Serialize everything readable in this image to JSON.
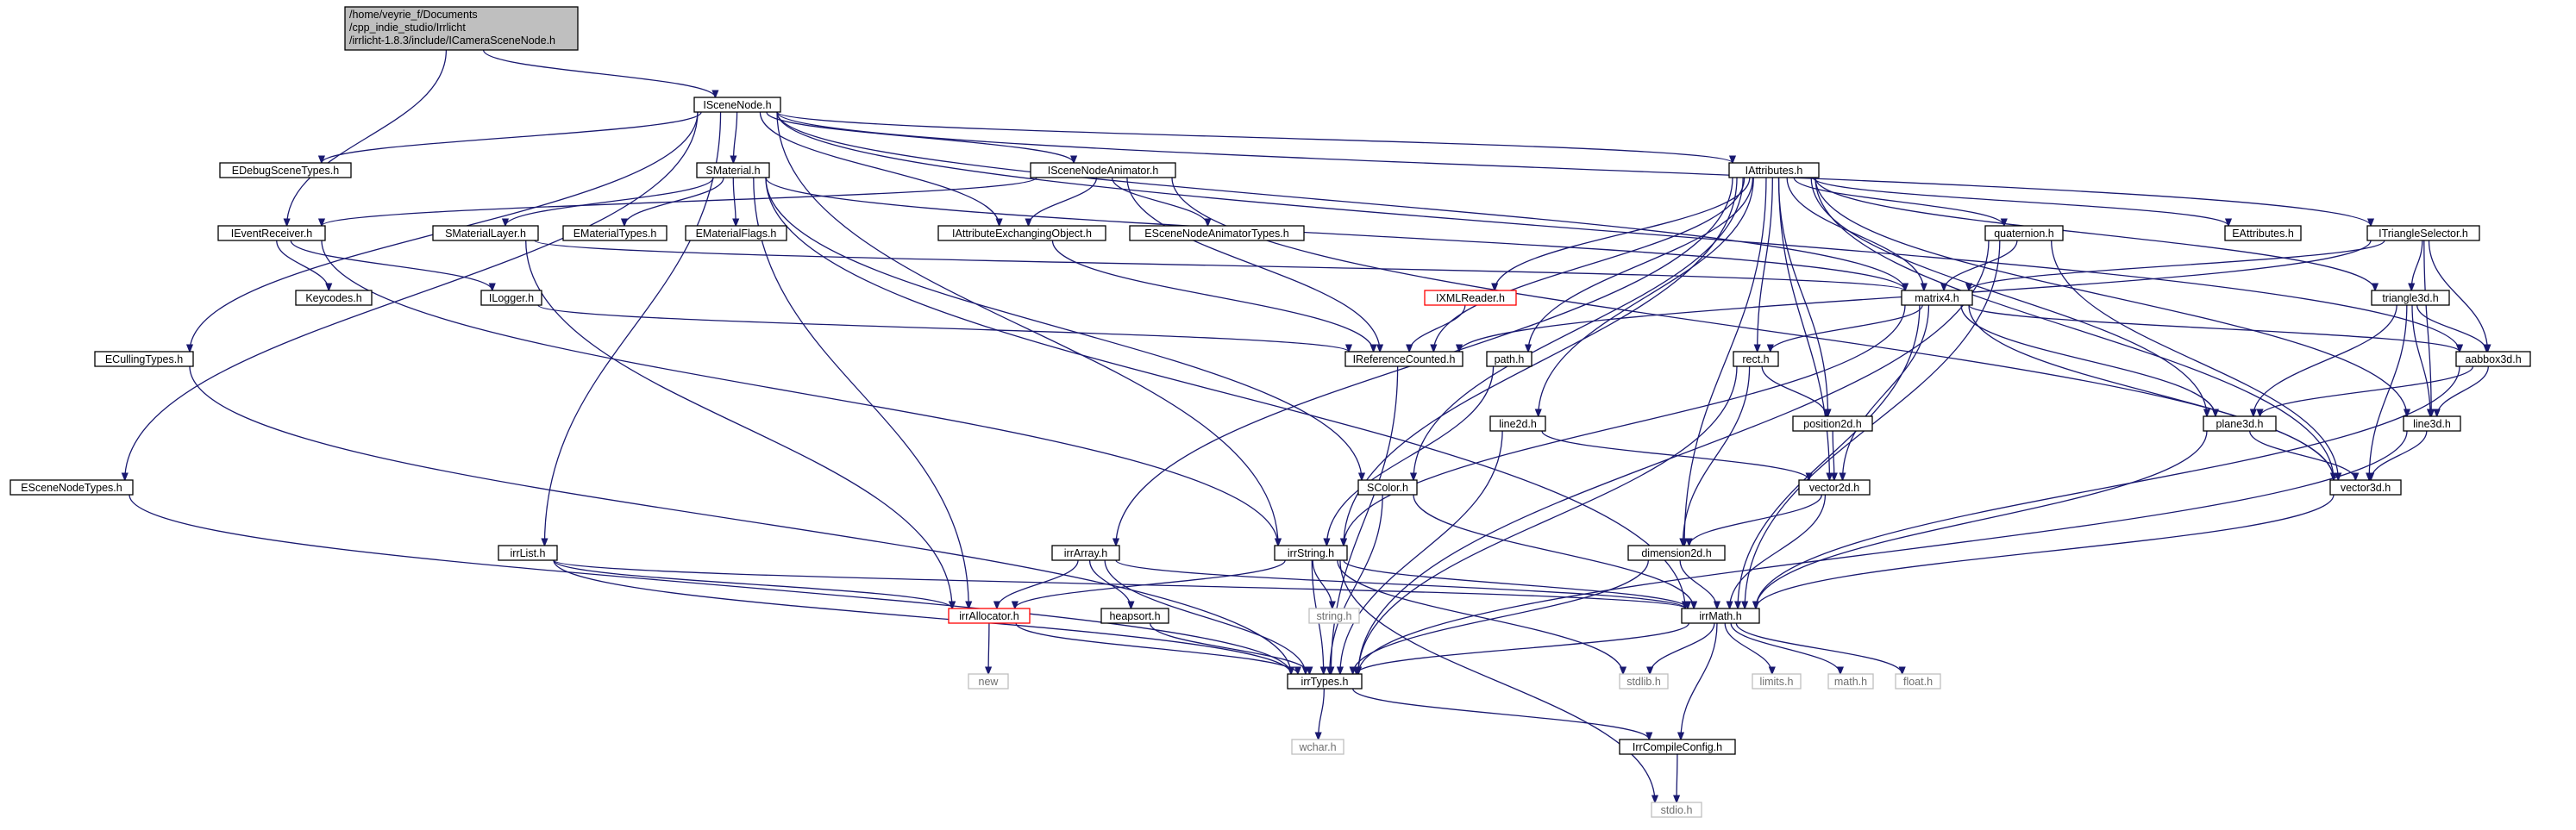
{
  "graph": {
    "colors": {
      "edge": "#191970",
      "node_border": "#000000",
      "node_fill": "#ffffff",
      "root_fill": "#bfbfbf",
      "external_border": "#bfbfbf",
      "external_text": "#6e6e6e",
      "missing_border": "#ff0000"
    },
    "nodes": [
      {
        "id": "root",
        "lines": [
          "/home/veyrie_f/Documents",
          "/cpp_indie_studio/Irrlicht",
          "/irrlicht-1.8.3/include/ICameraSceneNode.h"
        ],
        "kind": "root"
      },
      {
        "id": "ISceneNode",
        "lines": [
          "ISceneNode.h"
        ],
        "kind": "normal"
      },
      {
        "id": "EDebugSceneTypes",
        "lines": [
          "EDebugSceneTypes.h"
        ],
        "kind": "normal"
      },
      {
        "id": "SMaterial",
        "lines": [
          "SMaterial.h"
        ],
        "kind": "normal"
      },
      {
        "id": "ISceneNodeAnimator",
        "lines": [
          "ISceneNodeAnimator.h"
        ],
        "kind": "normal"
      },
      {
        "id": "IAttributes",
        "lines": [
          "IAttributes.h"
        ],
        "kind": "normal"
      },
      {
        "id": "IEventReceiver",
        "lines": [
          "IEventReceiver.h"
        ],
        "kind": "normal"
      },
      {
        "id": "SMaterialLayer",
        "lines": [
          "SMaterialLayer.h"
        ],
        "kind": "normal"
      },
      {
        "id": "EMaterialTypes",
        "lines": [
          "EMaterialTypes.h"
        ],
        "kind": "normal"
      },
      {
        "id": "EMaterialFlags",
        "lines": [
          "EMaterialFlags.h"
        ],
        "kind": "normal"
      },
      {
        "id": "IAttributeExchangingObject",
        "lines": [
          "IAttributeExchangingObject.h"
        ],
        "kind": "normal"
      },
      {
        "id": "ESceneNodeAnimatorTypes",
        "lines": [
          "ESceneNodeAnimatorTypes.h"
        ],
        "kind": "normal"
      },
      {
        "id": "EAttributes",
        "lines": [
          "EAttributes.h"
        ],
        "kind": "normal"
      },
      {
        "id": "ITriangleSelector",
        "lines": [
          "ITriangleSelector.h"
        ],
        "kind": "normal"
      },
      {
        "id": "quaternion",
        "lines": [
          "quaternion.h"
        ],
        "kind": "normal"
      },
      {
        "id": "Keycodes",
        "lines": [
          "Keycodes.h"
        ],
        "kind": "normal"
      },
      {
        "id": "ILogger",
        "lines": [
          "ILogger.h"
        ],
        "kind": "normal"
      },
      {
        "id": "IXMLReader",
        "lines": [
          "IXMLReader.h"
        ],
        "kind": "missing"
      },
      {
        "id": "matrix4",
        "lines": [
          "matrix4.h"
        ],
        "kind": "normal"
      },
      {
        "id": "triangle3d",
        "lines": [
          "triangle3d.h"
        ],
        "kind": "normal"
      },
      {
        "id": "ECullingTypes",
        "lines": [
          "ECullingTypes.h"
        ],
        "kind": "normal"
      },
      {
        "id": "IReferenceCounted",
        "lines": [
          "IReferenceCounted.h"
        ],
        "kind": "normal"
      },
      {
        "id": "path",
        "lines": [
          "path.h"
        ],
        "kind": "normal"
      },
      {
        "id": "rect",
        "lines": [
          "rect.h"
        ],
        "kind": "normal"
      },
      {
        "id": "aabbox3d",
        "lines": [
          "aabbox3d.h"
        ],
        "kind": "normal"
      },
      {
        "id": "line2d",
        "lines": [
          "line2d.h"
        ],
        "kind": "normal"
      },
      {
        "id": "position2d",
        "lines": [
          "position2d.h"
        ],
        "kind": "normal"
      },
      {
        "id": "plane3d",
        "lines": [
          "plane3d.h"
        ],
        "kind": "normal"
      },
      {
        "id": "line3d",
        "lines": [
          "line3d.h"
        ],
        "kind": "normal"
      },
      {
        "id": "ESceneNodeTypes",
        "lines": [
          "ESceneNodeTypes.h"
        ],
        "kind": "normal"
      },
      {
        "id": "SColor",
        "lines": [
          "SColor.h"
        ],
        "kind": "normal"
      },
      {
        "id": "vector2d",
        "lines": [
          "vector2d.h"
        ],
        "kind": "normal"
      },
      {
        "id": "vector3d",
        "lines": [
          "vector3d.h"
        ],
        "kind": "normal"
      },
      {
        "id": "irrList",
        "lines": [
          "irrList.h"
        ],
        "kind": "normal"
      },
      {
        "id": "irrArray",
        "lines": [
          "irrArray.h"
        ],
        "kind": "normal"
      },
      {
        "id": "irrString",
        "lines": [
          "irrString.h"
        ],
        "kind": "normal"
      },
      {
        "id": "dimension2d",
        "lines": [
          "dimension2d.h"
        ],
        "kind": "normal"
      },
      {
        "id": "irrAllocator",
        "lines": [
          "irrAllocator.h"
        ],
        "kind": "missing"
      },
      {
        "id": "heapsort",
        "lines": [
          "heapsort.h"
        ],
        "kind": "normal"
      },
      {
        "id": "string",
        "lines": [
          "string.h"
        ],
        "kind": "external"
      },
      {
        "id": "irrMath",
        "lines": [
          "irrMath.h"
        ],
        "kind": "normal"
      },
      {
        "id": "new",
        "lines": [
          "new"
        ],
        "kind": "external"
      },
      {
        "id": "irrTypes",
        "lines": [
          "irrTypes.h"
        ],
        "kind": "normal"
      },
      {
        "id": "stdlib",
        "lines": [
          "stdlib.h"
        ],
        "kind": "external"
      },
      {
        "id": "limits",
        "lines": [
          "limits.h"
        ],
        "kind": "external"
      },
      {
        "id": "math",
        "lines": [
          "math.h"
        ],
        "kind": "external"
      },
      {
        "id": "float",
        "lines": [
          "float.h"
        ],
        "kind": "external"
      },
      {
        "id": "wchar",
        "lines": [
          "wchar.h"
        ],
        "kind": "external"
      },
      {
        "id": "IrrCompileConfig",
        "lines": [
          "IrrCompileConfig.h"
        ],
        "kind": "normal"
      },
      {
        "id": "stdio",
        "lines": [
          "stdio.h"
        ],
        "kind": "external"
      }
    ],
    "edges": [
      [
        "root",
        "ISceneNode"
      ],
      [
        "root",
        "IEventReceiver"
      ],
      [
        "ISceneNode",
        "EDebugSceneTypes"
      ],
      [
        "ISceneNode",
        "SMaterial"
      ],
      [
        "ISceneNode",
        "ISceneNodeAnimator"
      ],
      [
        "ISceneNode",
        "IAttributes"
      ],
      [
        "ISceneNode",
        "IAttributeExchangingObject"
      ],
      [
        "ISceneNode",
        "ECullingTypes"
      ],
      [
        "ISceneNode",
        "ESceneNodeTypes"
      ],
      [
        "ISceneNode",
        "irrList"
      ],
      [
        "ISceneNode",
        "irrString"
      ],
      [
        "ISceneNode",
        "ITriangleSelector"
      ],
      [
        "ISceneNode",
        "aabbox3d"
      ],
      [
        "ISceneNode",
        "matrix4"
      ],
      [
        "SMaterial",
        "SMaterialLayer"
      ],
      [
        "SMaterial",
        "EMaterialTypes"
      ],
      [
        "SMaterial",
        "EMaterialFlags"
      ],
      [
        "SMaterial",
        "irrMath"
      ],
      [
        "SMaterial",
        "SColor"
      ],
      [
        "SMaterial",
        "irrAllocator"
      ],
      [
        "SMaterial",
        "matrix4"
      ],
      [
        "ISceneNodeAnimator",
        "IAttributeExchangingObject"
      ],
      [
        "ISceneNodeAnimator",
        "ESceneNodeAnimatorTypes"
      ],
      [
        "ISceneNodeAnimator",
        "IEventReceiver"
      ],
      [
        "ISceneNodeAnimator",
        "IReferenceCounted"
      ],
      [
        "ISceneNodeAnimator",
        "vector3d"
      ],
      [
        "IAttributes",
        "EAttributes"
      ],
      [
        "IAttributes",
        "quaternion"
      ],
      [
        "IAttributes",
        "IXMLReader"
      ],
      [
        "IAttributes",
        "matrix4"
      ],
      [
        "IAttributes",
        "triangle3d"
      ],
      [
        "IAttributes",
        "IReferenceCounted"
      ],
      [
        "IAttributes",
        "path"
      ],
      [
        "IAttributes",
        "rect"
      ],
      [
        "IAttributes",
        "line2d"
      ],
      [
        "IAttributes",
        "position2d"
      ],
      [
        "IAttributes",
        "plane3d"
      ],
      [
        "IAttributes",
        "line3d"
      ],
      [
        "IAttributes",
        "SColor"
      ],
      [
        "IAttributes",
        "vector2d"
      ],
      [
        "IAttributes",
        "vector3d"
      ],
      [
        "IAttributes",
        "irrArray"
      ],
      [
        "IAttributes",
        "irrString"
      ],
      [
        "IAttributes",
        "dimension2d"
      ],
      [
        "IEventReceiver",
        "Keycodes"
      ],
      [
        "IEventReceiver",
        "ILogger"
      ],
      [
        "IEventReceiver",
        "irrString"
      ],
      [
        "SMaterialLayer",
        "matrix4"
      ],
      [
        "SMaterialLayer",
        "irrAllocator"
      ],
      [
        "IAttributeExchangingObject",
        "IReferenceCounted"
      ],
      [
        "ITriangleSelector",
        "triangle3d"
      ],
      [
        "ITriangleSelector",
        "aabbox3d"
      ],
      [
        "ITriangleSelector",
        "matrix4"
      ],
      [
        "ITriangleSelector",
        "line3d"
      ],
      [
        "ITriangleSelector",
        "IReferenceCounted"
      ],
      [
        "quaternion",
        "matrix4"
      ],
      [
        "quaternion",
        "vector3d"
      ],
      [
        "quaternion",
        "irrMath"
      ],
      [
        "quaternion",
        "irrTypes"
      ],
      [
        "ILogger",
        "IReferenceCounted"
      ],
      [
        "IXMLReader",
        "IReferenceCounted"
      ],
      [
        "matrix4",
        "rect"
      ],
      [
        "matrix4",
        "aabbox3d"
      ],
      [
        "matrix4",
        "plane3d"
      ],
      [
        "matrix4",
        "vector2d"
      ],
      [
        "matrix4",
        "vector3d"
      ],
      [
        "matrix4",
        "irrMath"
      ],
      [
        "matrix4",
        "irrString"
      ],
      [
        "triangle3d",
        "aabbox3d"
      ],
      [
        "triangle3d",
        "line3d"
      ],
      [
        "triangle3d",
        "plane3d"
      ],
      [
        "triangle3d",
        "vector3d"
      ],
      [
        "ECullingTypes",
        "irrTypes"
      ],
      [
        "IReferenceCounted",
        "irrTypes"
      ],
      [
        "path",
        "irrString"
      ],
      [
        "rect",
        "position2d"
      ],
      [
        "rect",
        "dimension2d"
      ],
      [
        "rect",
        "irrTypes"
      ],
      [
        "aabbox3d",
        "plane3d"
      ],
      [
        "aabbox3d",
        "line3d"
      ],
      [
        "aabbox3d",
        "irrMath"
      ],
      [
        "line2d",
        "vector2d"
      ],
      [
        "line2d",
        "irrTypes"
      ],
      [
        "position2d",
        "vector2d"
      ],
      [
        "plane3d",
        "vector3d"
      ],
      [
        "plane3d",
        "irrMath"
      ],
      [
        "line3d",
        "vector3d"
      ],
      [
        "line3d",
        "irrTypes"
      ],
      [
        "ESceneNodeTypes",
        "irrTypes"
      ],
      [
        "SColor",
        "irrMath"
      ],
      [
        "SColor",
        "irrTypes"
      ],
      [
        "vector2d",
        "dimension2d"
      ],
      [
        "vector2d",
        "irrMath"
      ],
      [
        "vector3d",
        "irrMath"
      ],
      [
        "irrList",
        "irrAllocator"
      ],
      [
        "irrList",
        "irrTypes"
      ],
      [
        "irrList",
        "irrMath"
      ],
      [
        "irrArray",
        "irrAllocator"
      ],
      [
        "irrArray",
        "heapsort"
      ],
      [
        "irrArray",
        "irrTypes"
      ],
      [
        "irrArray",
        "irrMath"
      ],
      [
        "irrString",
        "irrAllocator"
      ],
      [
        "irrString",
        "string"
      ],
      [
        "irrString",
        "irrTypes"
      ],
      [
        "irrString",
        "irrMath"
      ],
      [
        "irrString",
        "stdlib"
      ],
      [
        "irrString",
        "stdio"
      ],
      [
        "dimension2d",
        "irrMath"
      ],
      [
        "dimension2d",
        "irrTypes"
      ],
      [
        "irrAllocator",
        "new"
      ],
      [
        "irrAllocator",
        "irrTypes"
      ],
      [
        "heapsort",
        "irrTypes"
      ],
      [
        "irrMath",
        "irrTypes"
      ],
      [
        "irrMath",
        "IrrCompileConfig"
      ],
      [
        "irrMath",
        "stdlib"
      ],
      [
        "irrMath",
        "limits"
      ],
      [
        "irrMath",
        "math"
      ],
      [
        "irrMath",
        "float"
      ],
      [
        "irrTypes",
        "wchar"
      ],
      [
        "irrTypes",
        "IrrCompileConfig"
      ],
      [
        "IrrCompileConfig",
        "stdio"
      ]
    ]
  }
}
